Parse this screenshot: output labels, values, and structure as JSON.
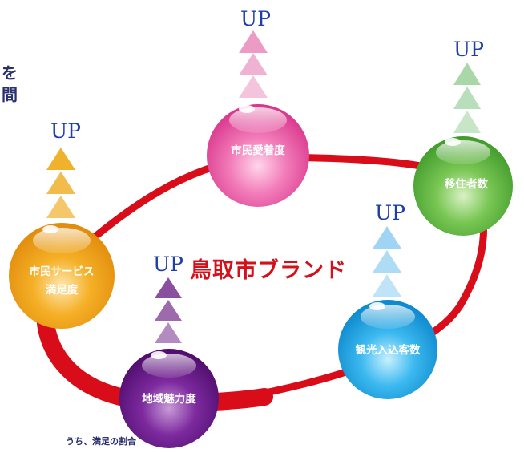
{
  "brand": {
    "label": "鳥取市ブランド",
    "color": "#d4101a"
  },
  "up_label": "UP",
  "edge_text": {
    "line1": "を",
    "line2": "間"
  },
  "footnote": "うち、満足の割合",
  "spheres": [
    {
      "id": "civic-attachment",
      "label_lines": [
        "市民愛着度"
      ],
      "color": "#ec5ea8",
      "arrow_color": "#ec9cc4"
    },
    {
      "id": "migrants",
      "label_lines": [
        "移住者数"
      ],
      "color": "#5cb43e",
      "arrow_color": "#a9d7a8"
    },
    {
      "id": "visitors",
      "label_lines": [
        "観光入込客数"
      ],
      "color": "#1aa9e6",
      "arrow_color": "#9fd4f4"
    },
    {
      "id": "regional-appeal",
      "label_lines": [
        "地域魅力度"
      ],
      "color": "#6a1a8a",
      "arrow_color": "#8a4f9e"
    },
    {
      "id": "service-satisfaction",
      "label_lines": [
        "市民サービス",
        "満足度"
      ],
      "color": "#f3a51c",
      "arrow_color": "#f0b12d"
    }
  ]
}
